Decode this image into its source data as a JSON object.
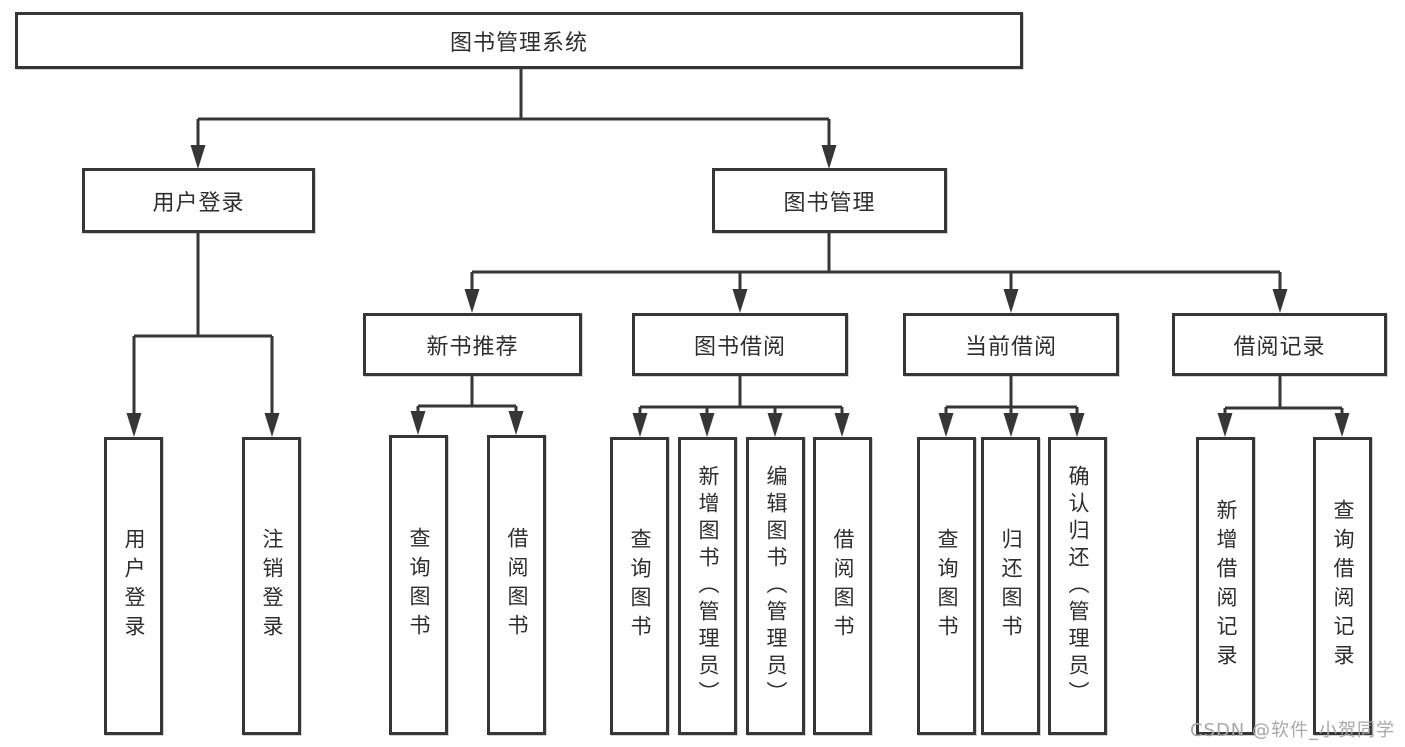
{
  "diagram": {
    "root": {
      "label": "图书管理系统"
    },
    "level2": {
      "user_login": "用户登录",
      "book_mgmt": "图书管理"
    },
    "level3": {
      "new_books": "新书推荐",
      "borrowing": "图书借阅",
      "current": "当前借阅",
      "records": "借阅记录"
    },
    "leaves": {
      "user_login": [
        "用户登录",
        "注销登录"
      ],
      "new_books": [
        "查询图书",
        "借阅图书"
      ],
      "borrowing": [
        "查询图书",
        "新增图书（管理员）",
        "编辑图书（管理员）",
        "借阅图书"
      ],
      "current": [
        "查询图书",
        "归还图书",
        "确认归还（管理员）"
      ],
      "records": [
        "新增借阅记录",
        "查询借阅记录"
      ]
    }
  },
  "watermark": {
    "text": "CSDN @软件_小贺同学"
  },
  "colors": {
    "line": "#363636",
    "box_border": "#363636",
    "text": "#2e2e2e",
    "watermark": "#a8a8a8",
    "background": "#ffffff"
  }
}
